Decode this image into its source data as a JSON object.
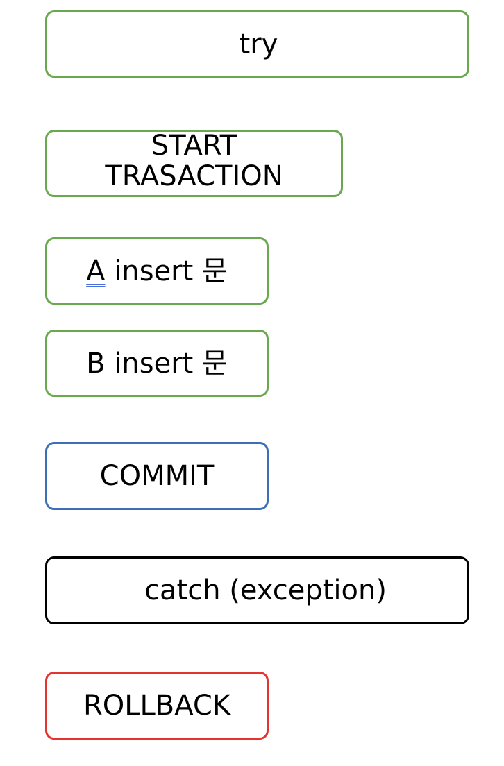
{
  "colors": {
    "try_border": "#6aa84f",
    "step_border": "#6aa84f",
    "commit_border": "#3d6fb6",
    "catch_border": "#000000",
    "rollback_border": "#e3342f"
  },
  "boxes": {
    "try": "try",
    "start_transaction": "START\nTRASACTION",
    "insert_a_prefix": "A",
    "insert_a_suffix": " insert 문",
    "insert_b": "B insert 문",
    "commit": "COMMIT",
    "catch": "catch (exception)",
    "rollback": "ROLLBACK"
  }
}
